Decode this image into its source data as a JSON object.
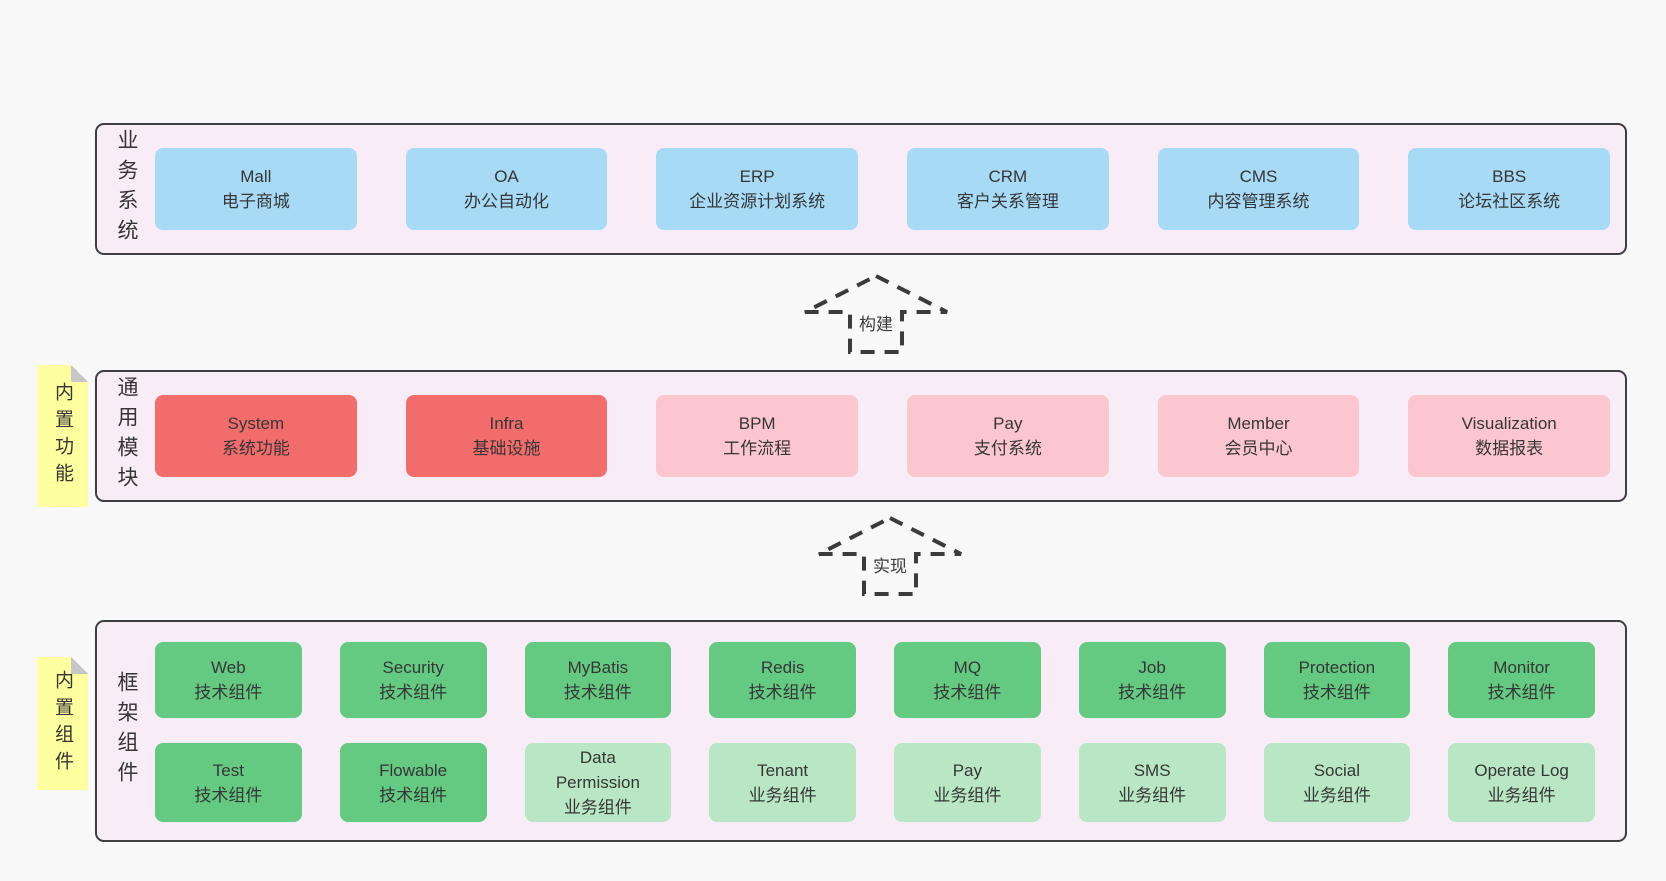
{
  "arrows": [
    {
      "label": "构建"
    },
    {
      "label": "实现"
    }
  ],
  "bands": [
    {
      "label": "业务系统",
      "boxes": [
        {
          "name": "Mall",
          "desc": "电子商城"
        },
        {
          "name": "OA",
          "desc": "办公自动化"
        },
        {
          "name": "ERP",
          "desc": "企业资源计划系统"
        },
        {
          "name": "CRM",
          "desc": "客户关系管理"
        },
        {
          "name": "CMS",
          "desc": "内容管理系统"
        },
        {
          "name": "BBS",
          "desc": "论坛社区系统"
        }
      ]
    },
    {
      "label": "通用模块",
      "sticky": "内置功能",
      "boxes": [
        {
          "name": "System",
          "desc": "系统功能"
        },
        {
          "name": "Infra",
          "desc": "基础设施"
        },
        {
          "name": "BPM",
          "desc": "工作流程"
        },
        {
          "name": "Pay",
          "desc": "支付系统"
        },
        {
          "name": "Member",
          "desc": "会员中心"
        },
        {
          "name": "Visualization",
          "desc": "数据报表"
        }
      ]
    },
    {
      "label": "框架组件",
      "sticky": "内置组件",
      "rows": [
        [
          {
            "name": "Web",
            "desc": "技术组件"
          },
          {
            "name": "Security",
            "desc": "技术组件"
          },
          {
            "name": "MyBatis",
            "desc": "技术组件"
          },
          {
            "name": "Redis",
            "desc": "技术组件"
          },
          {
            "name": "MQ",
            "desc": "技术组件"
          },
          {
            "name": "Job",
            "desc": "技术组件"
          },
          {
            "name": "Protection",
            "desc": "技术组件"
          },
          {
            "name": "Monitor",
            "desc": "技术组件"
          }
        ],
        [
          {
            "name": "Test",
            "desc": "技术组件"
          },
          {
            "name": "Flowable",
            "desc": "技术组件"
          },
          {
            "name": "Data Permission",
            "desc": "业务组件"
          },
          {
            "name": "Tenant",
            "desc": "业务组件"
          },
          {
            "name": "Pay",
            "desc": "业务组件"
          },
          {
            "name": "SMS",
            "desc": "业务组件"
          },
          {
            "name": "Social",
            "desc": "业务组件"
          },
          {
            "name": "Operate Log",
            "desc": "业务组件"
          }
        ]
      ]
    }
  ],
  "colors": {
    "page_bg": "#f8f8f8",
    "band_bg": "#f8edf6",
    "band_border": "#3e3e3e",
    "blue": "#a6daf5",
    "red": "#f26c6c",
    "pink": "#fbc6ce",
    "green_dark": "#64c981",
    "green_light": "#b9e6c4",
    "sticky_yellow": "#feff9e",
    "fold_gray": "#c6c6c6",
    "text": "#363636"
  }
}
